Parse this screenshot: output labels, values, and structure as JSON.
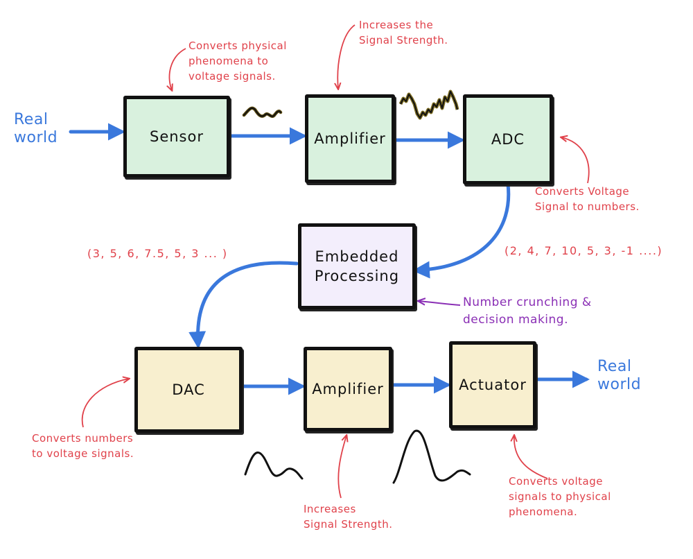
{
  "colors": {
    "box_green": "#d9f1de",
    "box_purple": "#f3eefc",
    "box_cream": "#f8efcf",
    "arrow_blue": "#3a78dc",
    "annotation_red": "#e0414a",
    "annotation_purple": "#8a2fb5",
    "outline": "#111111"
  },
  "blocks": {
    "sensor": "Sensor",
    "amplifier_top": "Amplifier",
    "adc": "ADC",
    "embedded": "Embedded\nProcessing",
    "dac": "DAC",
    "amplifier_bottom": "Amplifier",
    "actuator": "Actuator"
  },
  "labels": {
    "real_world_in": "Real\nworld",
    "real_world_out": "Real\nworld"
  },
  "annotations": {
    "sensor_note": "Converts physical\nphenomena to\nvoltage signals.",
    "amp_top_note": "Increases the\nSignal Strength.",
    "adc_note": "Converts Voltage\nSignal to numbers.",
    "adc_sequence": "(2, 4, 7, 10, 5, 3, -1 ....)",
    "dac_sequence": "(3, 5, 6, 7.5, 5, 3 ... )",
    "processing_note": "Number crunching &\ndecision making.",
    "dac_note": "Converts numbers\nto voltage signals.",
    "amp_bottom_note": "Increases\nSignal Strength.",
    "actuator_note": "Converts voltage\nsignals to physical\nphenomena."
  }
}
